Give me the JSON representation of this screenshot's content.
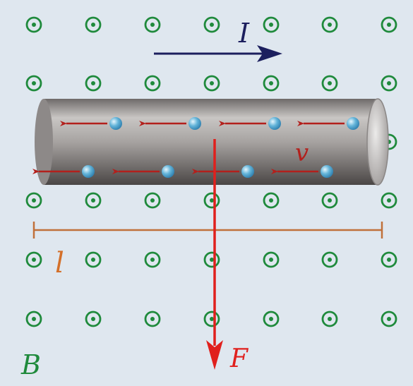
{
  "labels": {
    "current": "I",
    "velocity": "v",
    "length": "l",
    "force": "F",
    "field": "B"
  },
  "field": {
    "direction": "out-of-page",
    "columns": 7,
    "rows": 6
  },
  "colors": {
    "background": "#dfe7ef",
    "field_symbol": "#1f8a3c",
    "current_arrow": "#1c1f5e",
    "electron_arrow": "#b3201c",
    "electron": "#63b4d9",
    "force_arrow": "#e0201d",
    "length_bar": "#c0703a",
    "length_label": "#d4702a",
    "field_label": "#1f8a3c",
    "velocity_label": "#b3201c"
  },
  "electrons": {
    "count": 8,
    "motion": "left"
  }
}
